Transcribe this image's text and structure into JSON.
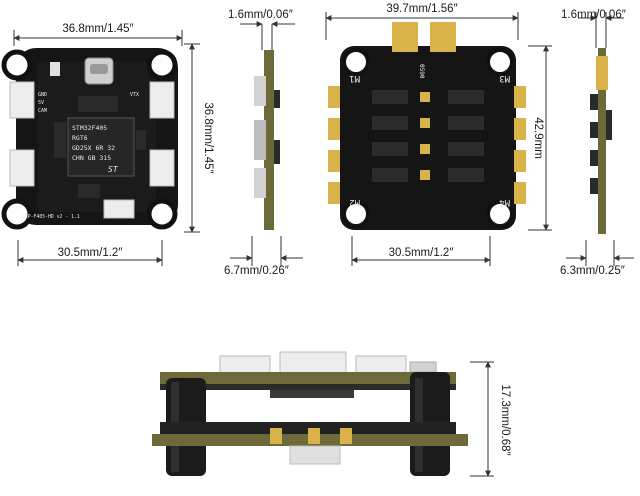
{
  "dimensions": {
    "fc_width": "36.8mm/1.45″",
    "fc_height": "36.8mm/1.45″",
    "fc_mount": "30.5mm/1.2″",
    "fc_thickness": "1.6mm/0.06″",
    "fc_side_height": "6.7mm/0.26″",
    "esc_width": "39.7mm/1.56″",
    "esc_height": "42.9mm",
    "esc_mount": "30.5mm/1.2″",
    "esc_thickness": "1.6mm/0.06″",
    "esc_side_height": "6.3mm/0.25″",
    "stack_height": "17.3mm/0.68″"
  },
  "fc_board": {
    "chip_lines": [
      "STM32F405",
      "RGT6",
      "GD25X 6R 32",
      "CHN GB 315"
    ],
    "brand": "ST",
    "model": "GEP-F405-HD v2 - 1.1",
    "small_labels": [
      "GND",
      "5V",
      "CAM",
      "VTX"
    ]
  },
  "esc_board": {
    "motor_labels": [
      "M1",
      "M2",
      "M3",
      "M4"
    ],
    "sticker": "0590"
  },
  "colors": {
    "pcb": "#151515",
    "pad_gold": "#d9b34a",
    "connector_white": "#ededed",
    "side_board": "#6d6a3a",
    "capacitor": "#1b1b1b"
  }
}
